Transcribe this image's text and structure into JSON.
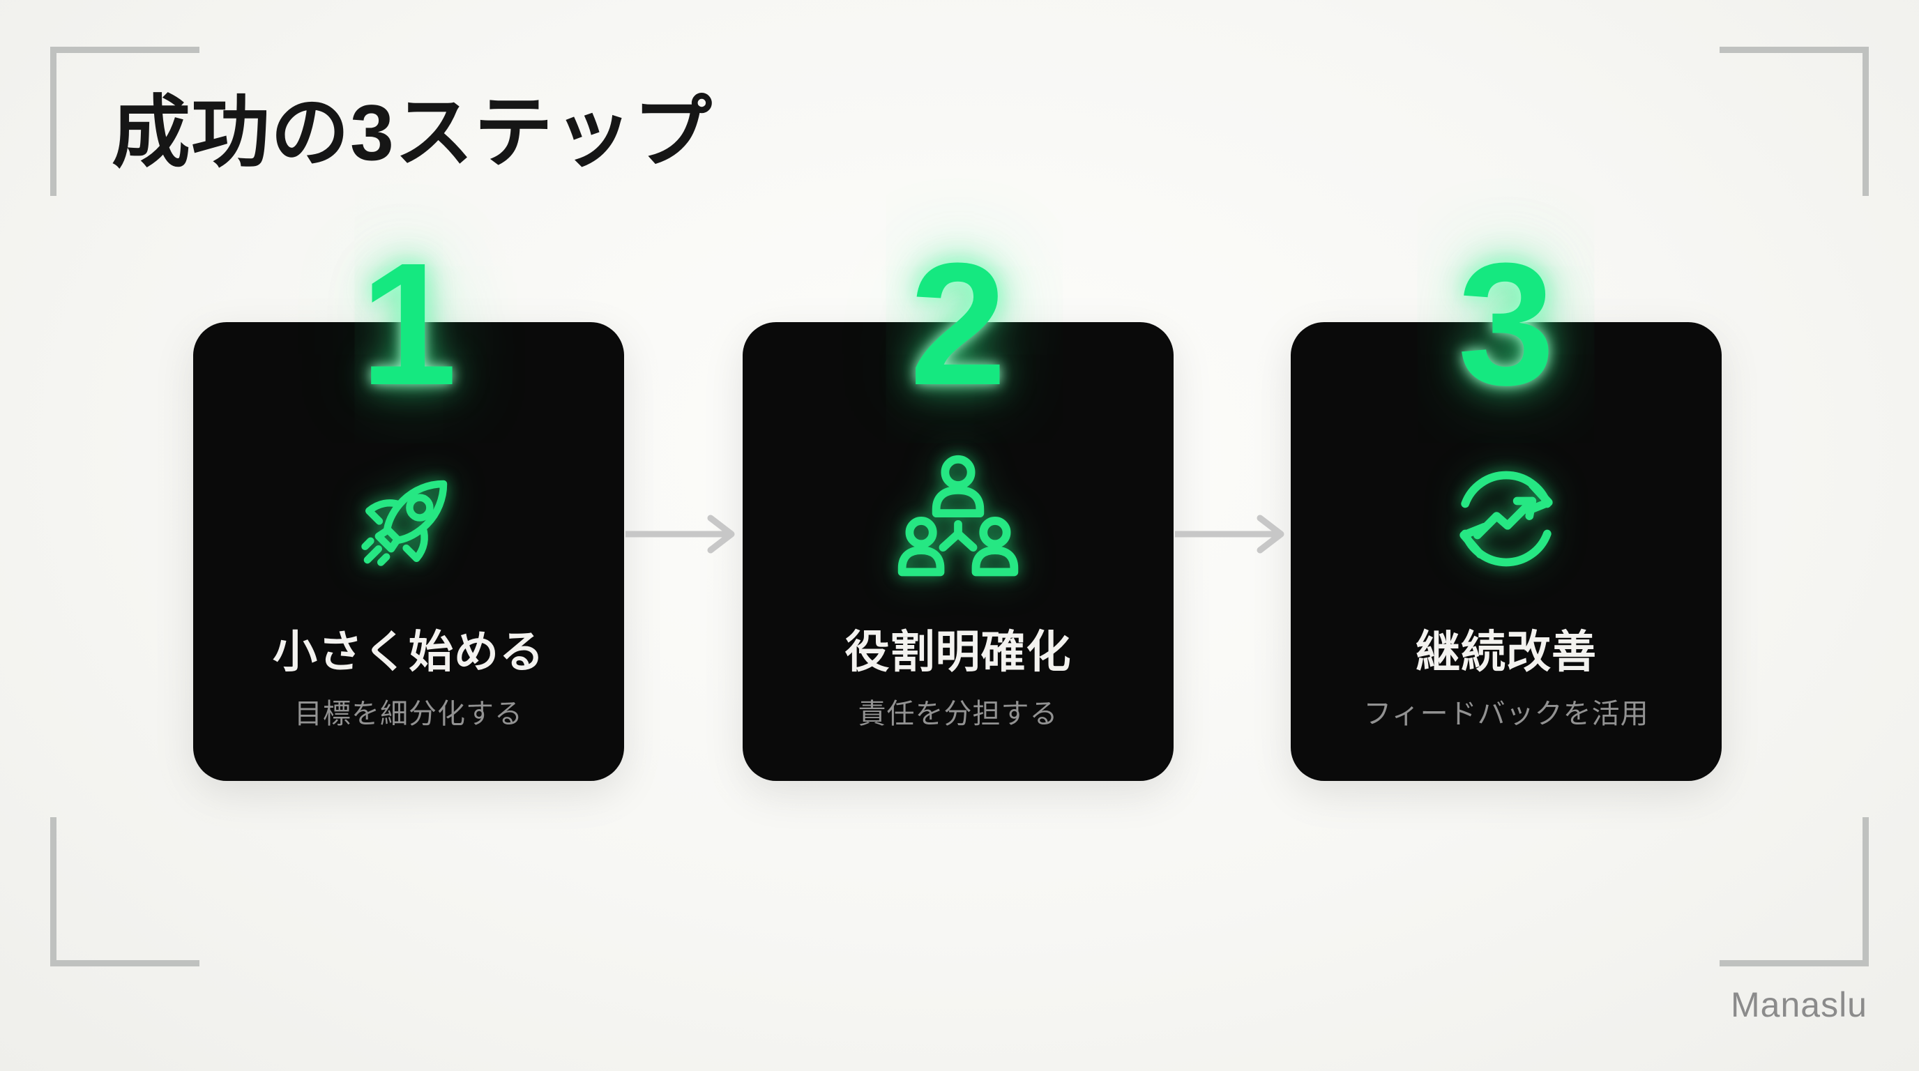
{
  "slide": {
    "heading": "成功の3ステップ",
    "watermark": "Manaslu"
  },
  "steps": [
    {
      "number": "1",
      "icon": "rocket-icon",
      "title": "小さく始める",
      "subtitle": "目標を細分化する"
    },
    {
      "number": "2",
      "icon": "team-icon",
      "title": "役割明確化",
      "subtitle": "責任を分担する"
    },
    {
      "number": "3",
      "icon": "cycle-icon",
      "title": "継続改善",
      "subtitle": "フィードバックを活用"
    }
  ],
  "connectors": {
    "arrow_count": 2,
    "direction": "right"
  },
  "colors": {
    "accent_green": "#15e880",
    "card_background": "#0a0a0a",
    "page_background": "#f6f6f3",
    "heading_text": "#161616",
    "card_title_text": "#f3f2ef",
    "card_subtitle_text": "#929292",
    "frame_bracket": "#bfc1bf",
    "arrow": "#c7c7c7",
    "watermark_text": "#8b8b8b"
  }
}
